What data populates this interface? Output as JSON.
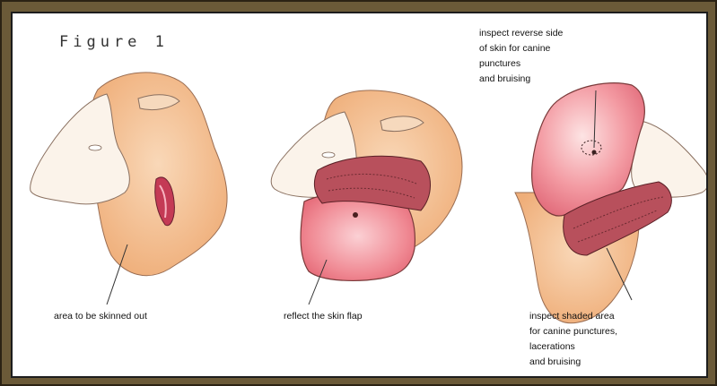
{
  "figure": {
    "title": "Figure 1",
    "labels": {
      "skin_area": "area to be skinned out",
      "reflect": "reflect the skin flap",
      "reverse_line1": "inspect reverse side",
      "reverse_line2": "of skin for canine",
      "reverse_line3": "punctures",
      "reverse_line4": "and bruising",
      "shaded_line1": "inspect shaded area",
      "shaded_line2": "for canine punctures,",
      "shaded_line3": "lacerations",
      "shaded_line4": "and bruising"
    }
  },
  "colors": {
    "frame": "#6b5a38",
    "wool": "#f2b98a",
    "wool_light": "#f6cfa8",
    "face": "#fbf3ea",
    "flap_pink": "#f07a86",
    "flap_dark": "#b8505c",
    "wound": "#c43a55"
  }
}
